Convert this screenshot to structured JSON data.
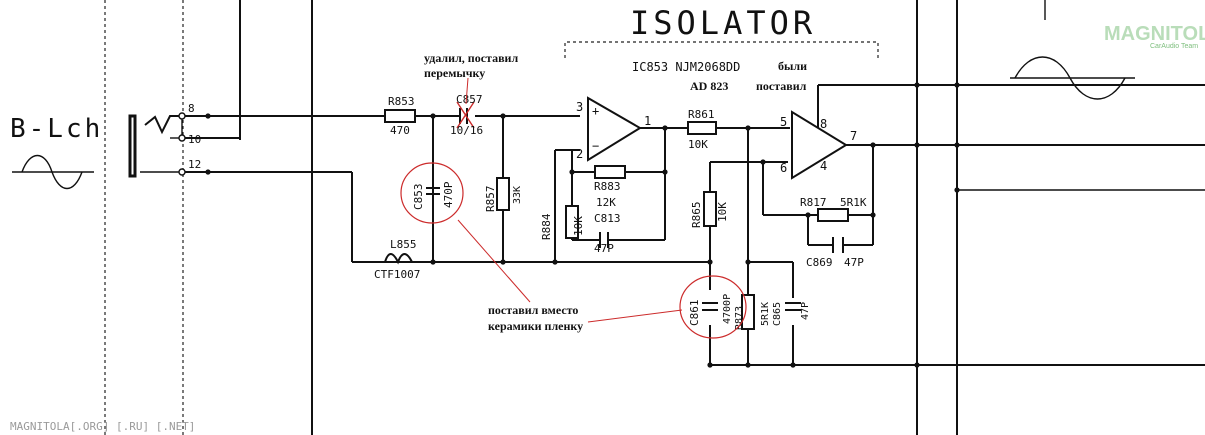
{
  "schematic": {
    "block_title": "ISOLATOR",
    "channel_label": "B-Lch",
    "ic_part": "IC853 NJM2068DD",
    "jack_pins": [
      "8",
      "10",
      "12"
    ],
    "opamp1_pins": [
      "3",
      "2",
      "1"
    ],
    "opamp2_pins": [
      "5",
      "6",
      "8",
      "4",
      "7"
    ],
    "components": {
      "r853": {
        "ref": "R853",
        "value": "470"
      },
      "c857": {
        "ref": "C857",
        "value": "10/16"
      },
      "c853": {
        "ref": "C853",
        "value": "470P"
      },
      "r857": {
        "ref": "R857",
        "value": "33K"
      },
      "r883": {
        "ref": "R883",
        "value": "12K"
      },
      "c813": {
        "ref": "C813",
        "value": "47P"
      },
      "r884": {
        "ref": "R884",
        "value": "10K"
      },
      "l855": {
        "ref": "L855",
        "value": "CTF1007"
      },
      "r861": {
        "ref": "R861",
        "value": "10K"
      },
      "r865": {
        "ref": "R865",
        "value": "10K"
      },
      "r817": {
        "ref": "R817",
        "value": "5R1K"
      },
      "c869": {
        "ref": "C869",
        "value": "47P"
      },
      "c861": {
        "ref": "C861",
        "value": "4700P"
      },
      "r873": {
        "ref": "R873",
        "value": "5R1K"
      },
      "c865": {
        "ref": "C865",
        "value": "47P"
      }
    }
  },
  "annotations": {
    "removed_jumper_1": "удалил, поставил",
    "removed_jumper_2": "перемычку",
    "was_label": "были",
    "new_opamp": "AD 823",
    "installed_label": "поставил",
    "film_note_1": "поставил вместо",
    "film_note_2": "керамики пленку"
  },
  "watermark": {
    "brand_main": "MAGNITOLA",
    "brand_sub": "CarAudio Team",
    "footer": "MAGNITOLA[.ORG] [.RU] [.NET]"
  },
  "colors": {
    "annotation_red": "#cc2b2b",
    "ink": "#111111",
    "watermark_green": "#7fbf7f"
  }
}
